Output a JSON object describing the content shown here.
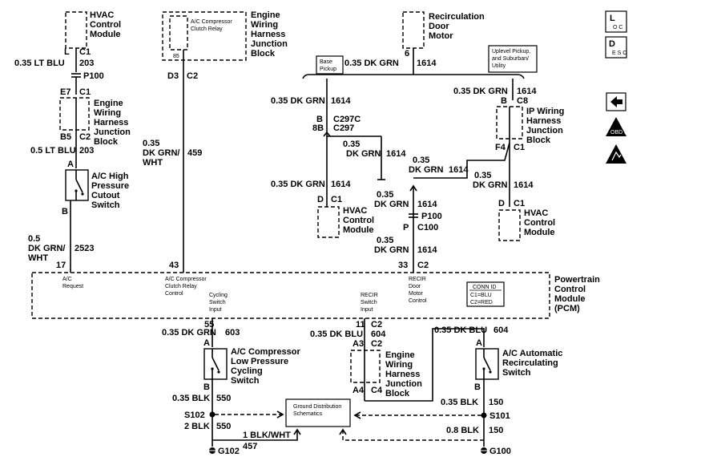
{
  "components": {
    "hvac_top": [
      "HVAC",
      "Control",
      "Module"
    ],
    "ewhjb_top": [
      "Engine",
      "Wiring",
      "Harness",
      "Junction",
      "Block"
    ],
    "ac_relay": [
      "A/C Compressor",
      "Clutch Relay"
    ],
    "recirc_motor": [
      "Recirculation",
      "Door",
      "Motor"
    ],
    "ewhjb_left": [
      "Engine",
      "Wiring",
      "Harness",
      "Junction",
      "Block"
    ],
    "ac_high": [
      "A/C High",
      "Pressure",
      "Cutout",
      "Switch"
    ],
    "base_pickup": [
      "Base",
      "Pickup"
    ],
    "uplevel": [
      "Uplevel Pickup,",
      "and Suburban/",
      "Utility"
    ],
    "ip_wiring": [
      "IP Wiring",
      "Harness",
      "Junction",
      "Block"
    ],
    "hvac_mid_left": [
      "HVAC",
      "Control",
      "Module"
    ],
    "hvac_mid_right": [
      "HVAC",
      "Control",
      "Module"
    ],
    "pcm": [
      "Powertrain",
      "Control",
      "Module",
      "(PCM)"
    ],
    "conn_id": [
      "CONN ID",
      "C1=BLU",
      "C2=RED"
    ],
    "pcm_ac_request": [
      "A/C",
      "Request"
    ],
    "pcm_relay_control": [
      "A/C Compressor",
      "Clutch Relay",
      "Control"
    ],
    "pcm_cycling": [
      "Cycling",
      "Switch",
      "Input"
    ],
    "pcm_recir_input": [
      "RECIR",
      "Switch",
      "Input"
    ],
    "pcm_recir_motor": [
      "RECIR",
      "Door",
      "Motor",
      "Control"
    ],
    "ac_low": [
      "A/C Compressor",
      "Low Pressure",
      "Cycling",
      "Switch"
    ],
    "ewhjb_bottom": [
      "Engine",
      "Wiring",
      "Harness",
      "Junction",
      "Block"
    ],
    "ac_auto": [
      "A/C Automatic",
      "Recirculating",
      "Switch"
    ],
    "ground_dist": [
      "Ground Distribution",
      "Schematics"
    ]
  },
  "labels": {
    "L": "L",
    "C1": "C1",
    "C2": "C2",
    "C4": "C4",
    "C8": "C8",
    "w_035_lt_blu": "0.35 LT BLU",
    "n203": "203",
    "P100": "P100",
    "E7": "E7",
    "B5": "B5",
    "w_05_lt_blu": "0.5 LT BLU",
    "A": "A",
    "B": "B",
    "D": "D",
    "P": "P",
    "w_05": "0.5",
    "w_dkgrn_slash": "DK GRN/",
    "w_wht": "WHT",
    "n2523": "2523",
    "n17": "17",
    "n85": "85",
    "D3": "D3",
    "w_035": "0.35",
    "n459": "459",
    "n43": "43",
    "n6": "6",
    "w_035_dk_grn": "0.35 DK GRN",
    "n1614": "1614",
    "DK_GRN": "DK GRN",
    "B8": "B",
    "n8B": "8B",
    "C297C": "C297C",
    "C297": "C297",
    "F4": "F4",
    "C100": "C100",
    "n33": "33",
    "n55": "55",
    "n603": "603",
    "n11": "11",
    "w_035_dk_blu": "0.35 DK BLU",
    "n604": "604",
    "A3": "A3",
    "A4": "A4",
    "w_035_blk": "0.35 BLK",
    "n550": "550",
    "n150": "150",
    "S102": "S102",
    "S101": "S101",
    "w_2_blk": "2 BLK",
    "w_08_blk": "0.8 BLK",
    "w_1_blk_wht": "1 BLK/WHT",
    "n457": "457",
    "G102": "G102",
    "G100": "G100"
  },
  "legend_icons": [
    "LOC",
    "DESC",
    "back-arrow",
    "obd-ii",
    "esd-sensitive"
  ],
  "legend_text": {
    "loc_L": "L",
    "loc_OC": "O C",
    "desc_D": "D",
    "desc_ESC": "E S C",
    "obd": "OBD II"
  }
}
